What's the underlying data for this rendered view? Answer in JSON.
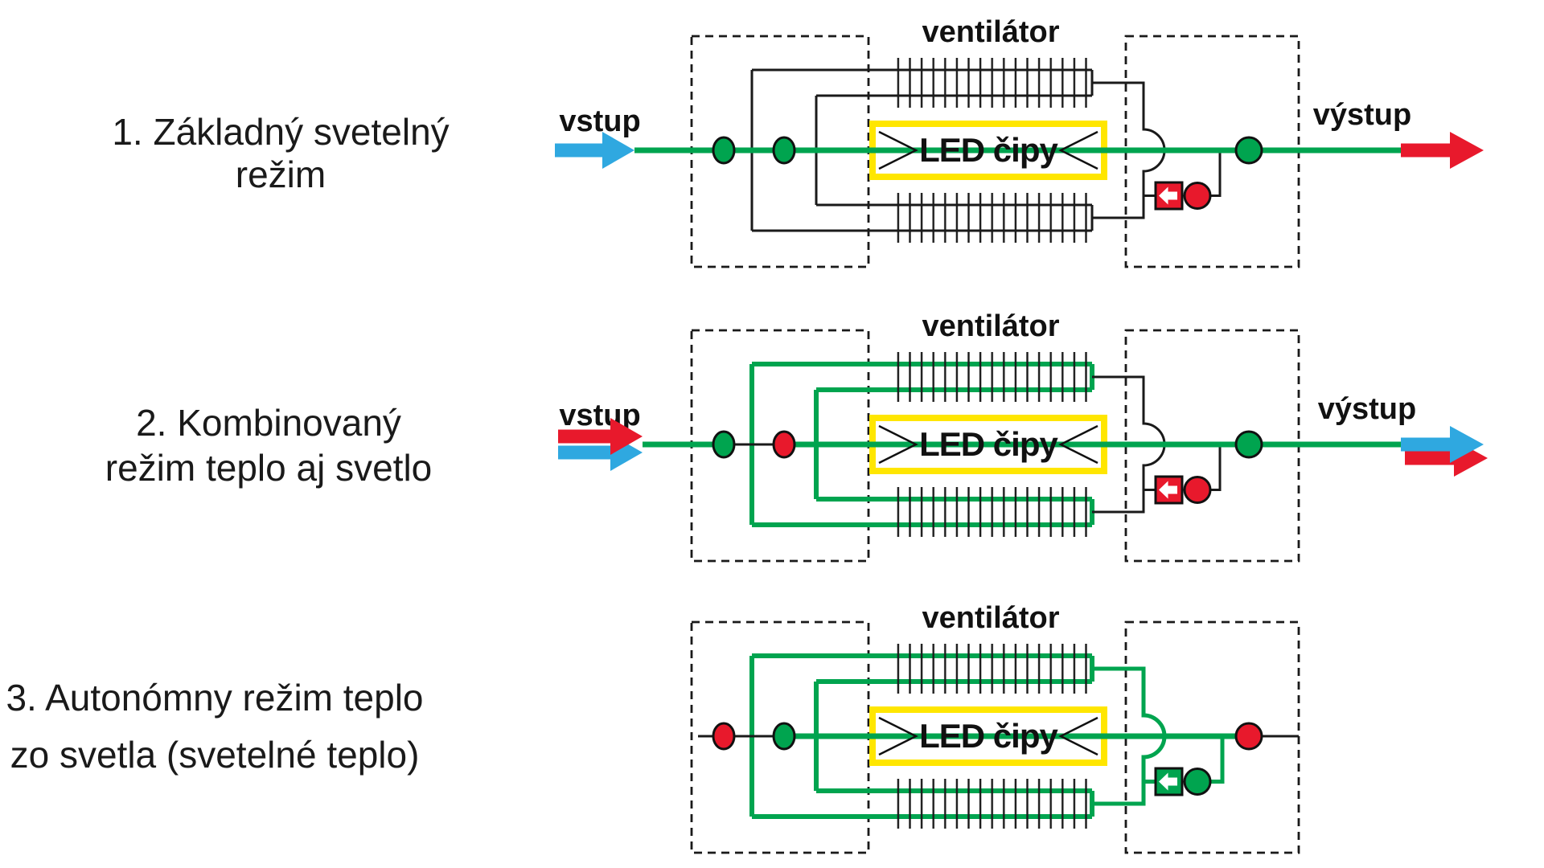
{
  "colors": {
    "green": "#00A44F",
    "red": "#E8192C",
    "blue": "#2FA8E0",
    "yellow": "#FFE600",
    "line": "#1A1A1A"
  },
  "diagrams": [
    {
      "number": "1",
      "label_line1": "1. Základný svetelný",
      "label_line2": "režim",
      "input_label": "vstup",
      "output_label": "výstup",
      "fan_label": "ventilátor",
      "chip_label": "LED čipy",
      "input_flow": [
        "blue"
      ],
      "output_flow": [
        "red"
      ],
      "left_nodes": [
        "green",
        "green"
      ],
      "right_node": "green",
      "loop_color": "black",
      "return_valve": {
        "box": "red",
        "dot": "red",
        "arrow": "left"
      }
    },
    {
      "number": "2",
      "label_line1": "2. Kombinovaný",
      "label_line2": "režim teplo aj svetlo",
      "input_label": "vstup",
      "output_label": "výstup",
      "fan_label": "ventilátor",
      "chip_label": "LED čipy",
      "input_flow": [
        "red",
        "blue"
      ],
      "output_flow": [
        "blue",
        "red"
      ],
      "left_nodes": [
        "green",
        "red"
      ],
      "right_node": "green",
      "loop_color": "green",
      "return_valve": {
        "box": "red",
        "dot": "red",
        "arrow": "left"
      }
    },
    {
      "number": "3",
      "label_line1": "3. Autonómny režim teplo",
      "label_line2": "zo svetla (svetelné teplo)",
      "fan_label": "ventilátor",
      "chip_label": "LED čipy",
      "input_flow": [],
      "output_flow": [],
      "left_nodes": [
        "red",
        "green"
      ],
      "right_node": "red",
      "loop_color": "green",
      "return_valve": {
        "box": "green",
        "dot": "green",
        "arrow": "left"
      }
    }
  ]
}
